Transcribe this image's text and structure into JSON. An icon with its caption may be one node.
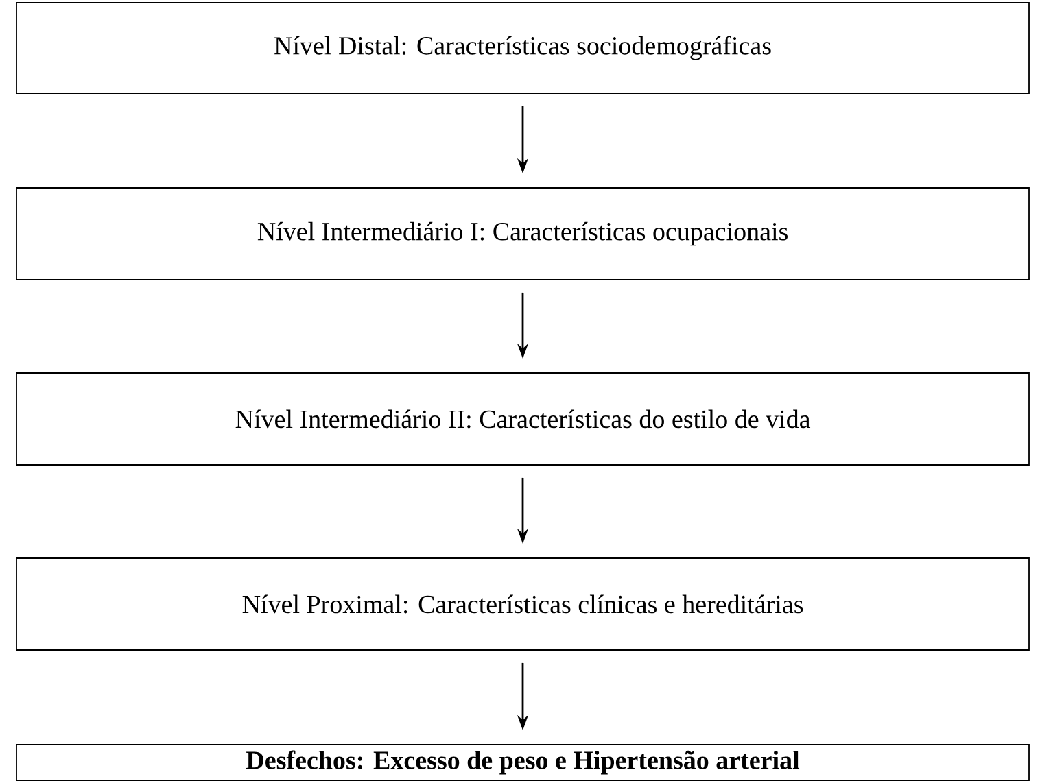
{
  "diagram": {
    "nodes": [
      {
        "text": [
          "Nível Distal: Características sociodemográficas"
        ]
      },
      {
        "text": [
          "Nível Intermediário I: Características ocupacionais"
        ]
      },
      {
        "text": [
          "Nível Intermediário II: Características do estilo de vida"
        ]
      },
      {
        "text": [
          "Nível Proximal: Características clínicas e hereditárias"
        ]
      },
      {
        "text": [
          "Desfechos: Excesso de peso e Hipertensão arterial"
        ]
      }
    ],
    "edges": [
      {
        "from": 0,
        "to": 1,
        "arrow": "to"
      },
      {
        "from": 1,
        "to": 2,
        "arrow": "to"
      },
      {
        "from": 2,
        "to": 3,
        "arrow": "to"
      },
      {
        "from": 3,
        "to": 4,
        "arrow": "to"
      }
    ]
  }
}
